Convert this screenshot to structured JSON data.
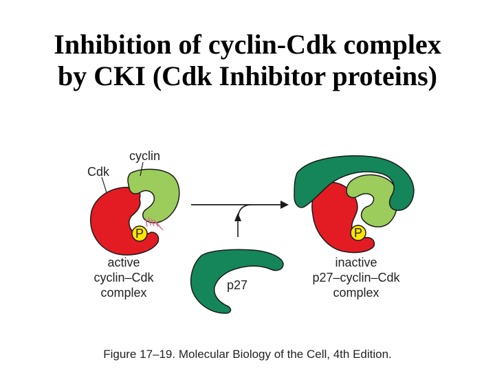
{
  "title": {
    "line1": "Inhibition of cyclin-Cdk complex",
    "line2": "by CKI (Cdk Inhibitor proteins)"
  },
  "diagram": {
    "left": {
      "cdk_label": "Cdk",
      "cyclin_label": "cyclin",
      "phosphate": "P",
      "caption": [
        "active",
        "cyclin–Cdk",
        "complex"
      ]
    },
    "inhibitor": {
      "label": "p27"
    },
    "right": {
      "phosphate": "P",
      "caption": [
        "inactive",
        "p27–cyclin–Cdk",
        "complex"
      ]
    },
    "colors": {
      "cdk": "#e31c23",
      "cyclin": "#9ccc5c",
      "p27": "#15865a",
      "phosphate": "#ffe400",
      "outline": "#1a1a1a"
    }
  },
  "figure_caption": "Figure 17–19. Molecular Biology of the Cell, 4th Edition."
}
